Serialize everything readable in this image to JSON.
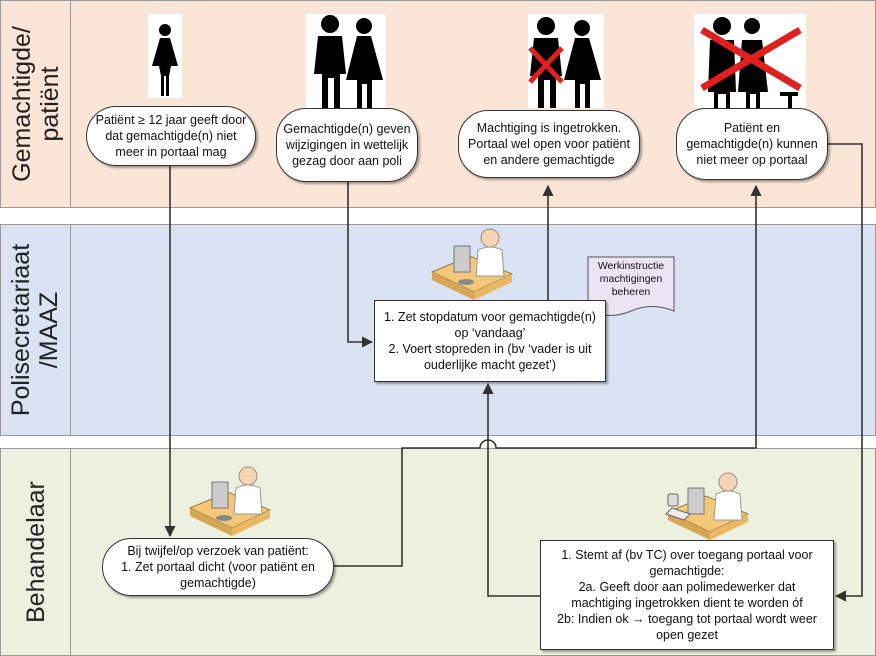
{
  "lanes": {
    "patient": "Gemachtigde/\npatiënt",
    "secretariat": "Polisecretariaat\n/MAAZ",
    "practitioner": "Behandelaar"
  },
  "bubbles": {
    "b1": "Patiënt ≥ 12 jaar geeft door dat gemachtigde(n) niet meer in portaal mag",
    "b2": "Gemachtigde(n) geven wijzigingen in wettelijk gezag door aan poli",
    "b3": "Machtiging is ingetrokken. Portaal wel open voor patiënt en andere gemachtigde",
    "b4": "Patiënt en gemachtigde(n) kunnen niet meer op portaal",
    "b5_line1": "Bij twijfel/op verzoek van patiënt:",
    "b5_line2": "1. Zet portaal dicht (voor patiënt en gemachtigde)"
  },
  "secretariat_box": {
    "line1": "1. Zet stopdatum voor gemachtigde(n) op ‘vandaag’",
    "line2": "2. Voert stopreden in (bv ‘vader is uit ouderlijke macht gezet’)"
  },
  "document": "Werkinstructie machtigingen beheren",
  "practitioner_box": {
    "line1": "1. Stemt af (bv TC) over toegang portaal voor gemachtigde:",
    "line2": "2a. Geeft door aan polimedewerker dat machtiging ingetrokken dient te worden óf",
    "line3": "2b: Indien ok → toegang tot portaal wordt weer open gezet"
  },
  "colors": {
    "lane_patient": "#fbe5d6",
    "lane_secretariat": "#dae3f3",
    "lane_practitioner": "#ebf1de",
    "cross": "#e0201e",
    "doc_fill": "#ece4f4"
  },
  "icons": [
    "woman-icon",
    "couple-icon",
    "couple-crossed-icon",
    "family-crossed-icon",
    "desk-worker-icon",
    "desk-phone-worker-icon"
  ]
}
